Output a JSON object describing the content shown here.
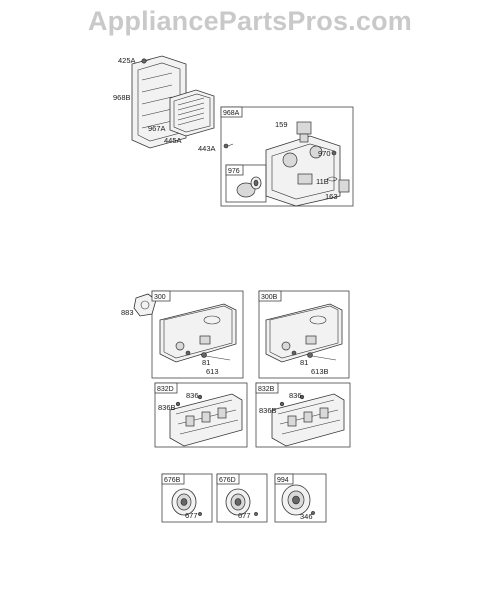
{
  "watermark": "AppliancePartsPros.com",
  "labels": {
    "p425A": "425A",
    "p968B": "968B",
    "p967A": "967A",
    "p445A": "445A",
    "p443A": "443A",
    "p968A": "968A",
    "p159": "159",
    "p970": "970",
    "p976": "976",
    "p11B": "11B",
    "p163": "163",
    "p883": "883",
    "p300": "300",
    "p81a": "81",
    "p613": "613",
    "p300B": "300B",
    "p81b": "81",
    "p613B": "613B",
    "p832D": "832D",
    "p836a": "836",
    "p836Ba": "836B",
    "p832B": "832B",
    "p836b": "836",
    "p836Bb": "836B",
    "p676B": "676B",
    "p677a": "677",
    "p676D": "676D",
    "p677b": "677",
    "p994": "994",
    "p346": "346"
  }
}
